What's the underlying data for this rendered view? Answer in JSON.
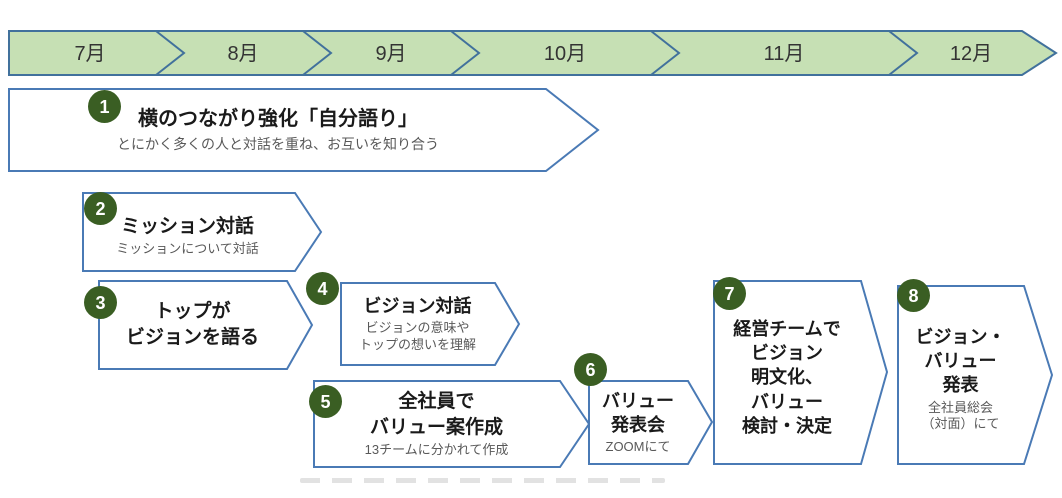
{
  "timeline": {
    "months": [
      "7月",
      "8月",
      "9月",
      "10月",
      "11月",
      "12月"
    ]
  },
  "steps": [
    {
      "number": "1",
      "title": "横のつながり強化「自分語り」",
      "subtitle": "とにかく多くの人と対話を重ね、お互いを知り合う"
    },
    {
      "number": "2",
      "title": "ミッション対話",
      "subtitle": "ミッションについて対話"
    },
    {
      "number": "3",
      "title": "トップが\nビジョンを語る",
      "subtitle": ""
    },
    {
      "number": "4",
      "title": "ビジョン対話",
      "subtitle": "ビジョンの意味や\nトップの想いを理解"
    },
    {
      "number": "5",
      "title": "全社員で\nバリュー案作成",
      "subtitle": "13チームに分かれて作成"
    },
    {
      "number": "6",
      "title": "バリュー\n発表会",
      "subtitle": "ZOOMにて"
    },
    {
      "number": "7",
      "title": "経営チームで\nビジョン\n明文化、\nバリュー\n検討・決定",
      "subtitle": ""
    },
    {
      "number": "8",
      "title": "ビジョン・\nバリュー\n発表",
      "subtitle": "全社員総会\n（対面）にて"
    }
  ],
  "colors": {
    "bar_fill": "#c6e0b4",
    "bar_outline": "#41719c",
    "box_outline": "#4a7ab5",
    "badge_green": "#3a5e23",
    "subtitle_gray": "#595959"
  }
}
